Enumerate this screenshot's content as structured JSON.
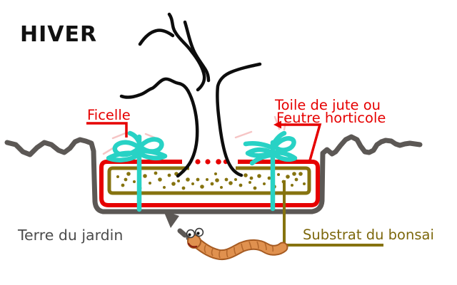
{
  "title": "HIVER",
  "labels": {
    "ficelle": "Ficelle",
    "toile_line1": "Toile de jute ou",
    "toile_line2": "Feutre horticole",
    "terre": "Terre du jardin",
    "substrat": "Substrat du bonsai"
  },
  "colors": {
    "background": "#ffffff",
    "label-red": "#e60000",
    "ground-gray": "#5c5855",
    "string-cyan": "#28d2c5",
    "substrate-olive": "#86730f",
    "substrate-text": "#7d680d",
    "terre-text": "#4b4b4b",
    "tree-black": "#0d0d0d",
    "knot-pink": "#f6c5c5",
    "worm-orange": "#e0914f",
    "worm-outline": "#a65b22"
  }
}
